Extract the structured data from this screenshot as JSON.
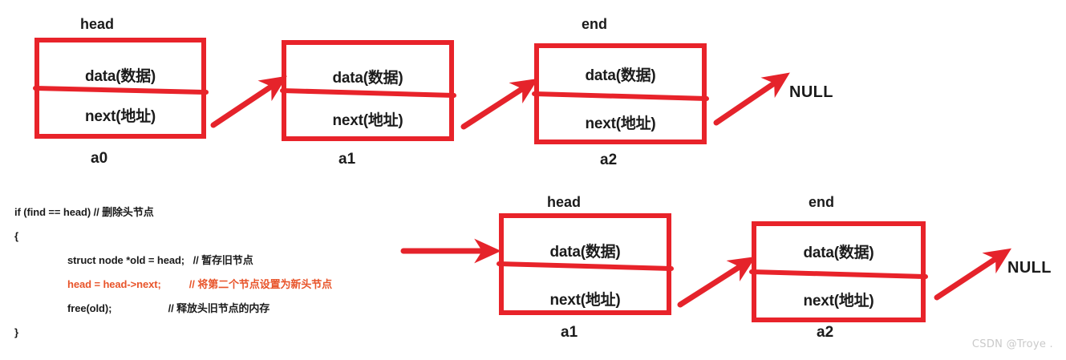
{
  "diagram": {
    "title_hidden": "",
    "colors": {
      "node_stroke": "#e8232a",
      "arrow": "#e5232b",
      "text": "#1b1b1b",
      "highlight_code": "#e8542a",
      "watermark": "#c9c9c9",
      "background": "#ffffff"
    },
    "cell_labels": {
      "data": "data(数据)",
      "next": "next(地址)"
    },
    "null_label": "NULL",
    "top_row": {
      "pointer_labels": {
        "head": "head",
        "end": "end"
      },
      "nodes": [
        {
          "name": "a0",
          "pointer": "head",
          "data": "data(数据)",
          "next": "next(地址)"
        },
        {
          "name": "a1",
          "pointer": "",
          "data": "data(数据)",
          "next": "next(地址)"
        },
        {
          "name": "a2",
          "pointer": "end",
          "data": "data(数据)",
          "next": "next(地址)"
        }
      ],
      "terminator": "NULL"
    },
    "bottom_row": {
      "pointer_labels": {
        "head": "head",
        "end": "end"
      },
      "nodes": [
        {
          "name": "a1",
          "pointer": "head",
          "data": "data(数据)",
          "next": "next(地址)"
        },
        {
          "name": "a2",
          "pointer": "end",
          "data": "data(数据)",
          "next": "next(地址)"
        }
      ],
      "terminator": "NULL"
    },
    "code_block": {
      "lines": [
        {
          "text": "if (find == head) // 删除头节点",
          "highlight": false,
          "indent": 0
        },
        {
          "text": "{",
          "highlight": false,
          "indent": 0
        },
        {
          "text": "struct node *old = head;   // 暂存旧节点",
          "highlight": false,
          "indent": 1
        },
        {
          "text": "head = head->next;          // 将第二个节点设置为新头节点",
          "highlight": true,
          "indent": 1
        },
        {
          "text": "free(old);                    // 释放头旧节点的内存",
          "highlight": false,
          "indent": 1
        },
        {
          "text": "}",
          "highlight": false,
          "indent": 0
        }
      ]
    },
    "watermark": "CSDN @Troye ."
  }
}
